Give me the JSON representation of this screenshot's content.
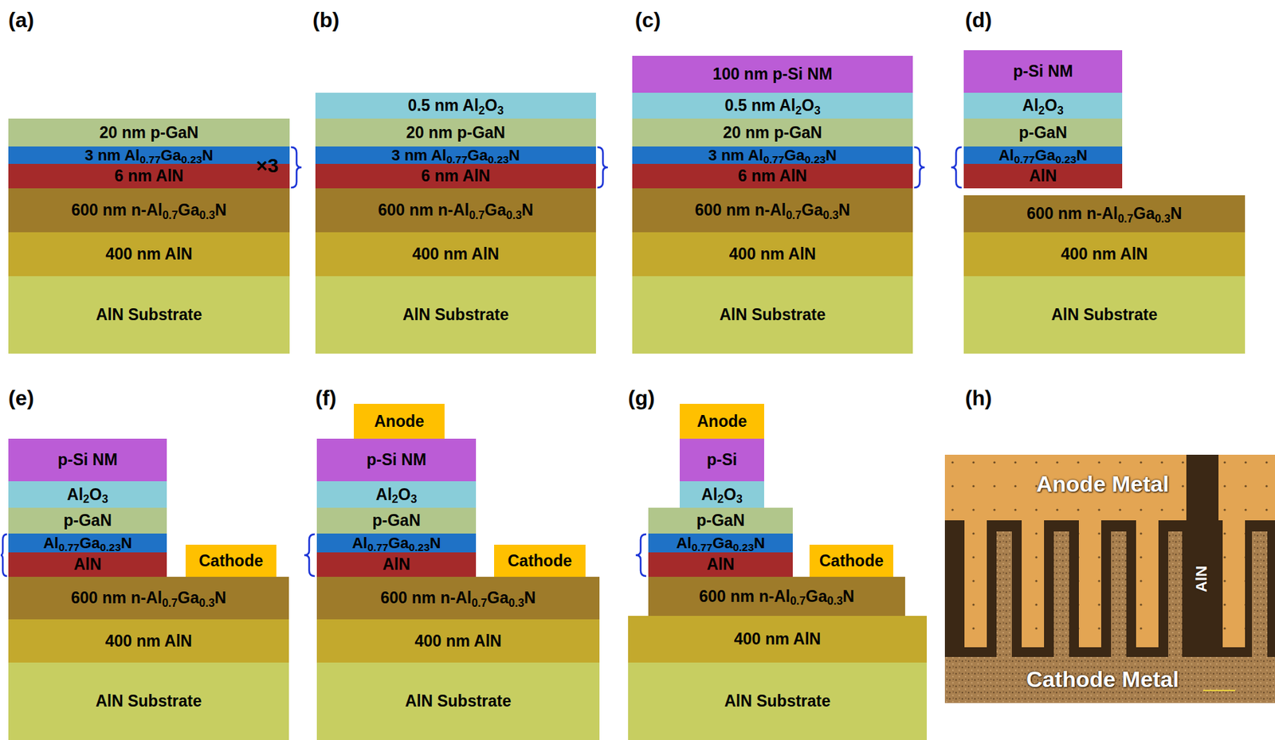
{
  "diagram": {
    "nodes": [
      {
        "text": [
          "20 nm p-GaN"
        ]
      },
      {
        "text": [
          "3 nm Al0.77Ga0.23N"
        ]
      },
      {
        "text": [
          "6 nm AlN"
        ]
      },
      {
        "text": [
          "600 nm n-Al0.7Ga0.3N"
        ]
      },
      {
        "text": [
          "400 nm AlN"
        ]
      },
      {
        "text": [
          "AlN Substrate"
        ]
      },
      {
        "text": [
          "0.5 nm Al2O3"
        ]
      },
      {
        "text": [
          "20 nm p-GaN"
        ]
      },
      {
        "text": [
          "3 nm Al0.77Ga0.23N"
        ]
      },
      {
        "text": [
          "6 nm AlN"
        ]
      },
      {
        "text": [
          "600 nm n-Al0.7Ga0.3N"
        ]
      },
      {
        "text": [
          "400 nm AlN"
        ]
      },
      {
        "text": [
          "AlN Substrate"
        ]
      },
      {
        "text": [
          "100 nm p-Si NM"
        ]
      },
      {
        "text": [
          "0.5 nm Al2O3"
        ]
      },
      {
        "text": [
          "20 nm p-GaN"
        ]
      },
      {
        "text": [
          "3 nm Al0.77Ga0.23N"
        ]
      },
      {
        "text": [
          "6 nm AlN"
        ]
      },
      {
        "text": [
          "600 nm n-Al0.7Ga0.3N"
        ]
      },
      {
        "text": [
          "400 nm AlN"
        ]
      },
      {
        "text": [
          "AlN Substrate"
        ]
      },
      {
        "text": [
          "p-Si NM"
        ]
      },
      {
        "text": [
          "Al2O3"
        ]
      },
      {
        "text": [
          "p-GaN"
        ]
      },
      {
        "text": [
          "Al0.77Ga0.23N"
        ]
      },
      {
        "text": [
          "AlN"
        ]
      },
      {
        "text": [
          "600 nm n-Al0.7Ga0.3N"
        ]
      },
      {
        "text": [
          "400 nm AlN"
        ]
      },
      {
        "text": [
          "AlN Substrate"
        ]
      },
      {
        "text": [
          "p-Si NM"
        ]
      },
      {
        "text": [
          "Al2O3"
        ]
      },
      {
        "text": [
          "p-GaN"
        ]
      },
      {
        "text": [
          "Al0.77Ga0.23N"
        ]
      },
      {
        "text": [
          "AlN"
        ]
      },
      {
        "text": [
          "Cathode"
        ]
      },
      {
        "text": [
          "600 nm n-Al0.7Ga0.3N"
        ]
      },
      {
        "text": [
          "400 nm AlN"
        ]
      },
      {
        "text": [
          "AlN Substrate"
        ]
      },
      {
        "text": [
          "Anode"
        ]
      },
      {
        "text": [
          "p-Si NM"
        ]
      },
      {
        "text": [
          "Al2O3"
        ]
      },
      {
        "text": [
          "p-GaN"
        ]
      },
      {
        "text": [
          "Al0.77Ga0.23N"
        ]
      },
      {
        "text": [
          "AlN"
        ]
      },
      {
        "text": [
          "Cathode"
        ]
      },
      {
        "text": [
          "600 nm n-Al0.7Ga0.3N"
        ]
      },
      {
        "text": [
          "400 nm AlN"
        ]
      },
      {
        "text": [
          "AlN Substrate"
        ]
      },
      {
        "text": [
          "Anode"
        ]
      },
      {
        "text": [
          "p-Si"
        ]
      },
      {
        "text": [
          "Al2O3"
        ]
      },
      {
        "text": [
          "p-GaN"
        ]
      },
      {
        "text": [
          "Al0.77Ga0.23N"
        ]
      },
      {
        "text": [
          "AlN"
        ]
      },
      {
        "text": [
          "Cathode"
        ]
      },
      {
        "text": [
          "600 nm n-Al0.7Ga0.3N"
        ]
      },
      {
        "text": [
          "400 nm AlN"
        ]
      },
      {
        "text": [
          "AlN Substrate"
        ]
      }
    ],
    "labels": [
      "(a)",
      "×3",
      "(b)",
      "(c)",
      "(d)",
      "(e)",
      "(f)",
      "(g)",
      "(h)",
      "Anode Metal",
      "AlN",
      "Cathode Metal"
    ]
  }
}
